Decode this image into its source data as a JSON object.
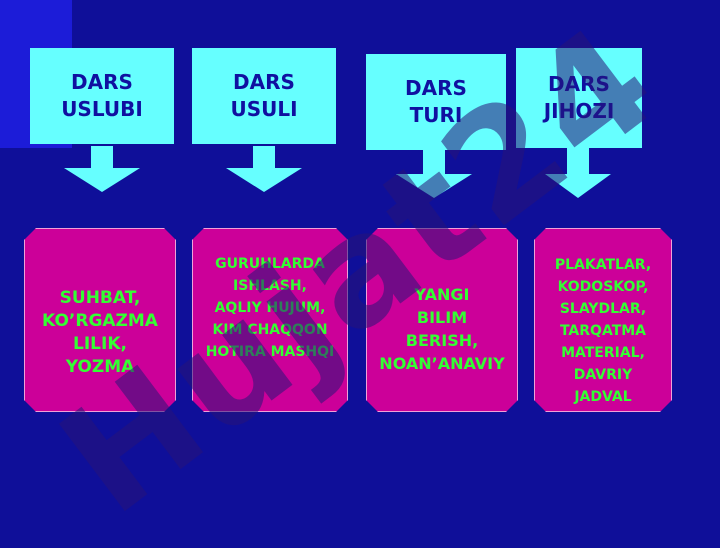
{
  "columns": [
    {
      "heading": "DARS\nUSLUBI",
      "body": "SUHBAT,\nKO’RGAZMA\nLILIK,\nYOZMA"
    },
    {
      "heading": "DARS\nUSULI",
      "body": "GURUHLARDA\nISHLASH,\nAQLIY HUJUM,\nKIM CHAQQON\nHOTIRA MASHQI"
    },
    {
      "heading": "DARS\nTURI",
      "body": "YANGI\nBILIM\nBERISH,\nNOAN’ANAVIY"
    },
    {
      "heading": "DARS\nJIHOZI",
      "body": "PLAKATLAR,\nKODOSKOP,\nSLAYDLAR,\nTARQATMA\nMATERIAL,\nDAVRIY\nJADVAL"
    }
  ],
  "watermark": "Hujat24",
  "colors": {
    "background": "#0f0f99",
    "heading_box": "#66ffff",
    "heading_text": "#1010a0",
    "arrow": "#66ffff",
    "card": "#cc0099",
    "card_text": "#33ff33"
  }
}
